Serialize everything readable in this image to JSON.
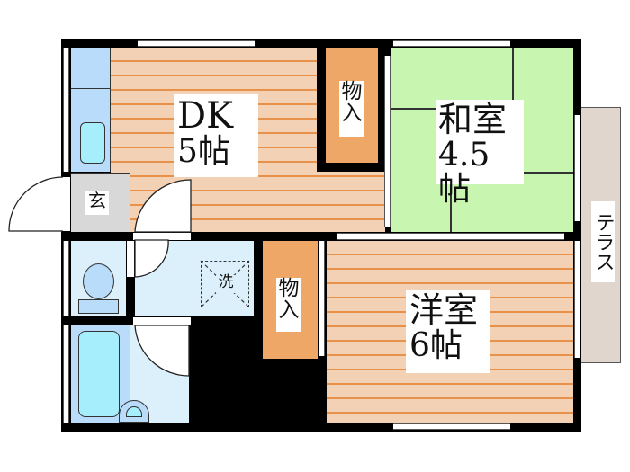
{
  "floor_plan": {
    "rooms": [
      {
        "id": "dk",
        "name": "DK",
        "size": "5帖",
        "type": "dining-kitchen"
      },
      {
        "id": "washitsu",
        "name": "和室",
        "size": "4.5帖",
        "type": "japanese-room"
      },
      {
        "id": "yoshitsu",
        "name": "洋室",
        "size": "6帖",
        "type": "western-room"
      }
    ],
    "closets": [
      {
        "id": "closet-upper",
        "label_top": "物",
        "label_bottom": "入"
      },
      {
        "id": "closet-lower",
        "label_top": "物",
        "label_bottom": "入"
      }
    ],
    "entrance": {
      "label": "玄"
    },
    "washer": {
      "label": "洗"
    },
    "terrace": {
      "label": "テラス"
    },
    "colors": {
      "wood_floor": "#f3d1b5",
      "wood_stripe": "#e8914a",
      "tatami": "#c8f5b0",
      "closet": "#efa768",
      "wet_area": "#dcf0fc",
      "kitchen": "#b9dcfa",
      "genkan": "#d8d8d8",
      "terrace": "#e0d6ce",
      "wall": "#000000"
    }
  }
}
